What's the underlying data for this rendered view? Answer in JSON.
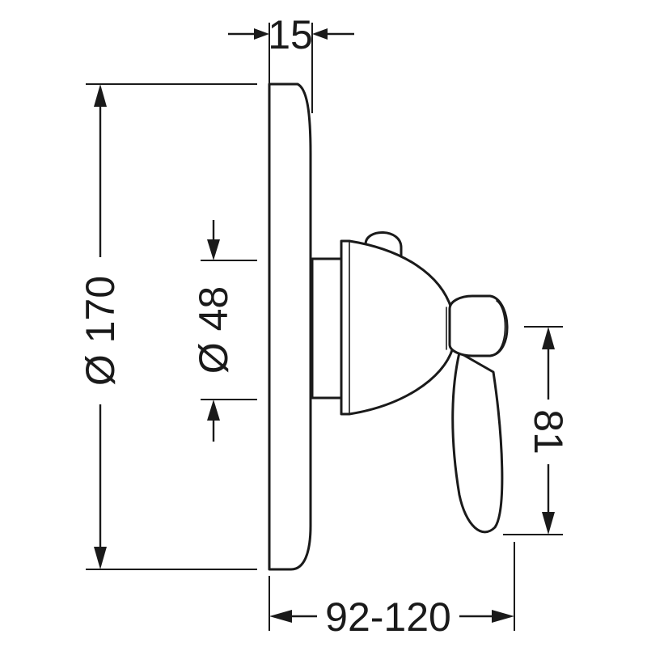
{
  "dimensions": {
    "plate_thickness": "15",
    "plate_diameter": "Ø 170",
    "body_diameter": "Ø 48",
    "lever_height": "81",
    "projection_range": "92-120"
  }
}
